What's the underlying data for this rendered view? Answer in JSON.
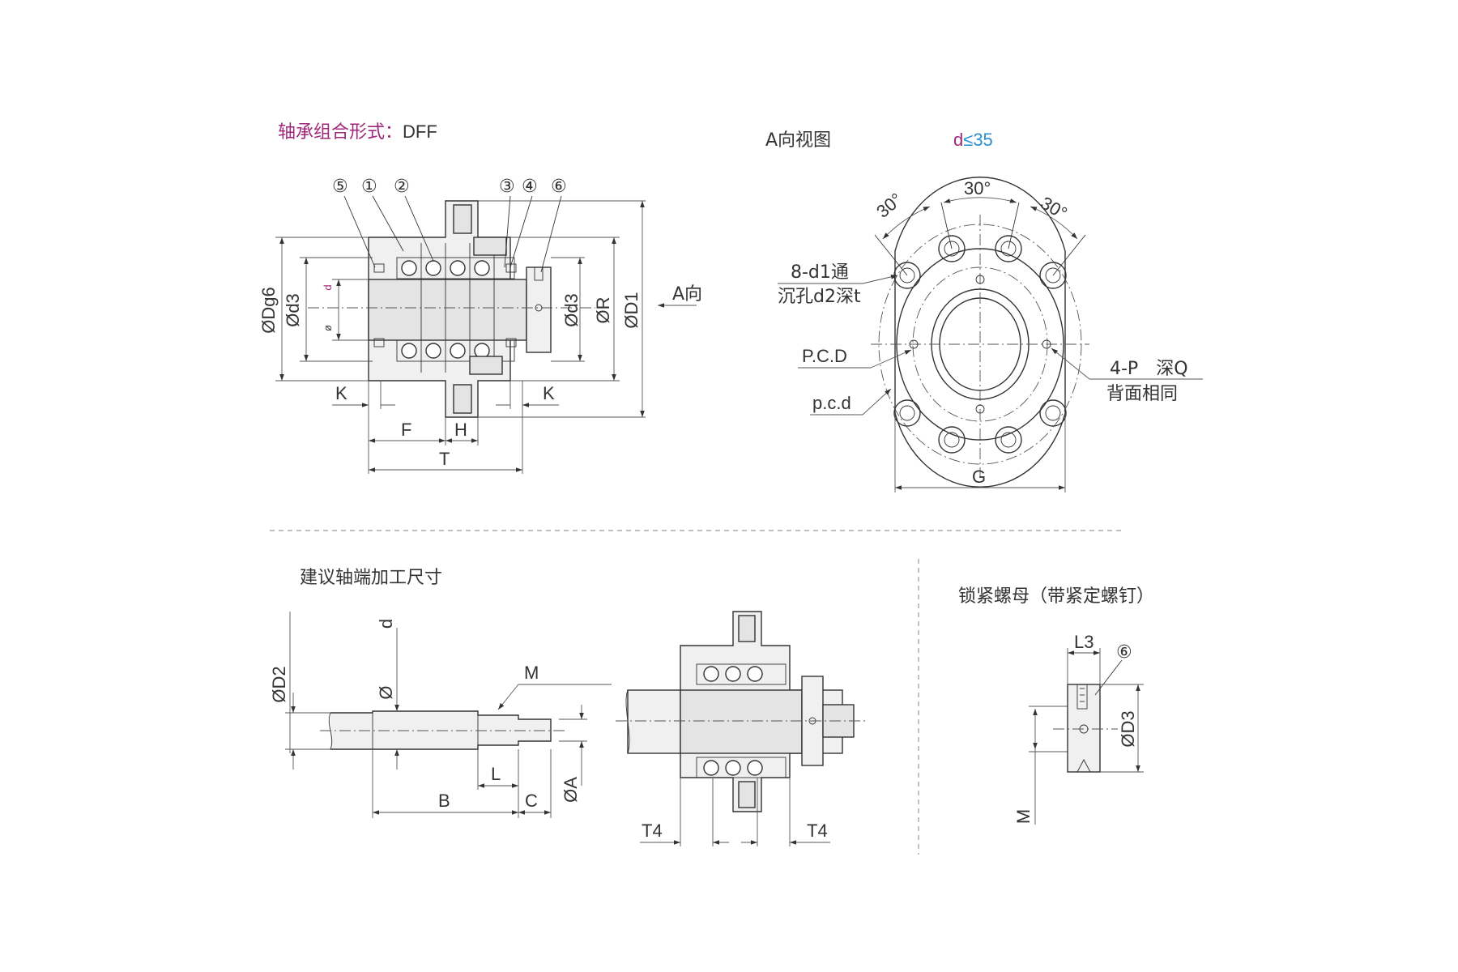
{
  "colors": {
    "line": "#333333",
    "magenta": "#a0287a",
    "blue": "#2a8fd0",
    "divider": "#999999"
  },
  "top_left": {
    "title_label": "轴承组合形式：",
    "title_value": "DFF",
    "part_numbers": [
      "⑤",
      "①",
      "②",
      "③",
      "④",
      "⑥"
    ],
    "dims": {
      "dg6": "ØDg6",
      "d3_left": "Ød3",
      "d_small": "d",
      "phi_small": "ø",
      "d3_right": "Ød3",
      "r": "ØR",
      "d1": "ØD1",
      "k_left": "K",
      "k_right": "K",
      "f": "F",
      "h": "H",
      "t": "T"
    },
    "direction_label": "A向"
  },
  "top_right": {
    "title": "A向视图",
    "cond_d": "d",
    "cond_rest": "≤35",
    "angle_left": "30°",
    "angle_mid": "30°",
    "angle_right": "30°",
    "holes_line1": "8-d1通",
    "holes_line2": "沉孔d2深t",
    "pcd_upper": "P.C.D",
    "pcd_lower": "p.c.d",
    "tap_line1": "4-P　深Q",
    "tap_line2": "背面相同",
    "g": "G"
  },
  "bottom_left": {
    "title": "建议轴端加工尺寸",
    "dims": {
      "d2": "ØD2",
      "d": "d",
      "phi": "Ø",
      "m": "M",
      "l": "L",
      "b": "B",
      "c": "C",
      "a": "ØA",
      "t4_left": "T4",
      "t4_right": "T4"
    }
  },
  "bottom_right": {
    "title": "锁紧螺母（带紧定螺钉）",
    "dims": {
      "l3": "L3",
      "part": "⑥",
      "d3": "ØD3",
      "m": "M"
    }
  }
}
